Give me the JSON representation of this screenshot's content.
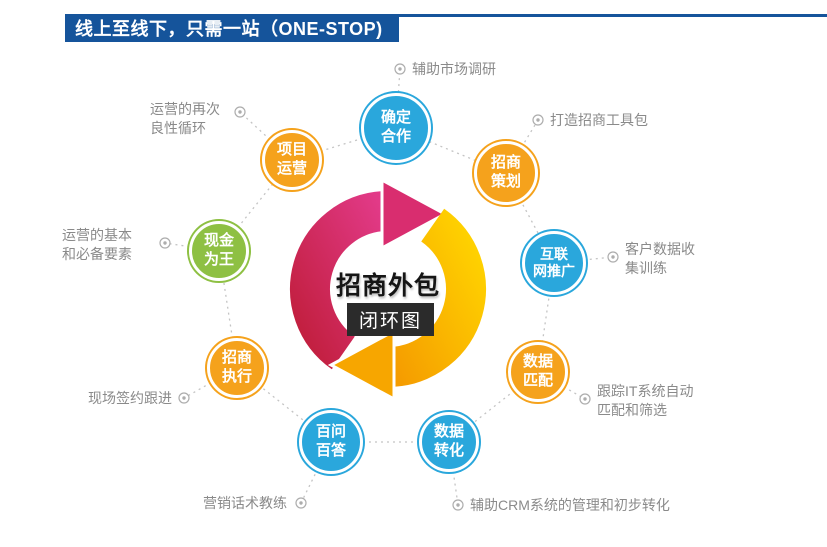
{
  "header": {
    "title": "线上至线下，只需一站（ONE-STOP)"
  },
  "center": {
    "title_line1": "招商外包",
    "title_line2": "闭环图"
  },
  "colors": {
    "header_blue": "#15549b",
    "node_blue": "#2aa7dc",
    "node_orange": "#f5a21c",
    "node_green": "#8ec043",
    "arrow_pink": "#d92d6f",
    "arrow_yellow": "#f7a600",
    "annotation_gray": "#8a8a8a"
  },
  "nodes": [
    {
      "id": "confirm-cooperation",
      "line1": "确定",
      "line2": "合作",
      "color": "blue"
    },
    {
      "id": "investment-planning",
      "line1": "招商",
      "line2": "策划",
      "color": "orange"
    },
    {
      "id": "internet-promotion",
      "line1": "互联",
      "line2": "网推广",
      "color": "blue"
    },
    {
      "id": "data-matching",
      "line1": "数据",
      "line2": "匹配",
      "color": "orange"
    },
    {
      "id": "data-conversion",
      "line1": "数据",
      "line2": "转化",
      "color": "blue"
    },
    {
      "id": "qa",
      "line1": "百问",
      "line2": "百答",
      "color": "blue"
    },
    {
      "id": "investment-execution",
      "line1": "招商",
      "line2": "执行",
      "color": "orange"
    },
    {
      "id": "cash-is-king",
      "line1": "现金",
      "line2": "为王",
      "color": "green"
    },
    {
      "id": "project-operation",
      "line1": "项目",
      "line2": "运营",
      "color": "orange"
    }
  ],
  "annotations": [
    {
      "id": "market-research",
      "line1": "辅助市场调研",
      "line2": ""
    },
    {
      "id": "toolkit",
      "line1": "打造招商工具包",
      "line2": ""
    },
    {
      "id": "customer-data",
      "line1": "客户数据收",
      "line2": "集训练"
    },
    {
      "id": "it-matching",
      "line1": "跟踪IT系统自动",
      "line2": "匹配和筛选"
    },
    {
      "id": "crm-conversion",
      "line1": "辅助CRM系统的管理和初步转化",
      "line2": ""
    },
    {
      "id": "sales-script",
      "line1": "营销话术教练",
      "line2": ""
    },
    {
      "id": "onsite-signing",
      "line1": "现场签约跟进",
      "line2": ""
    },
    {
      "id": "operation-basics",
      "line1": "运营的基本",
      "line2": "和必备要素"
    },
    {
      "id": "operation-cycle",
      "line1": "运营的再次",
      "line2": "良性循环"
    }
  ]
}
